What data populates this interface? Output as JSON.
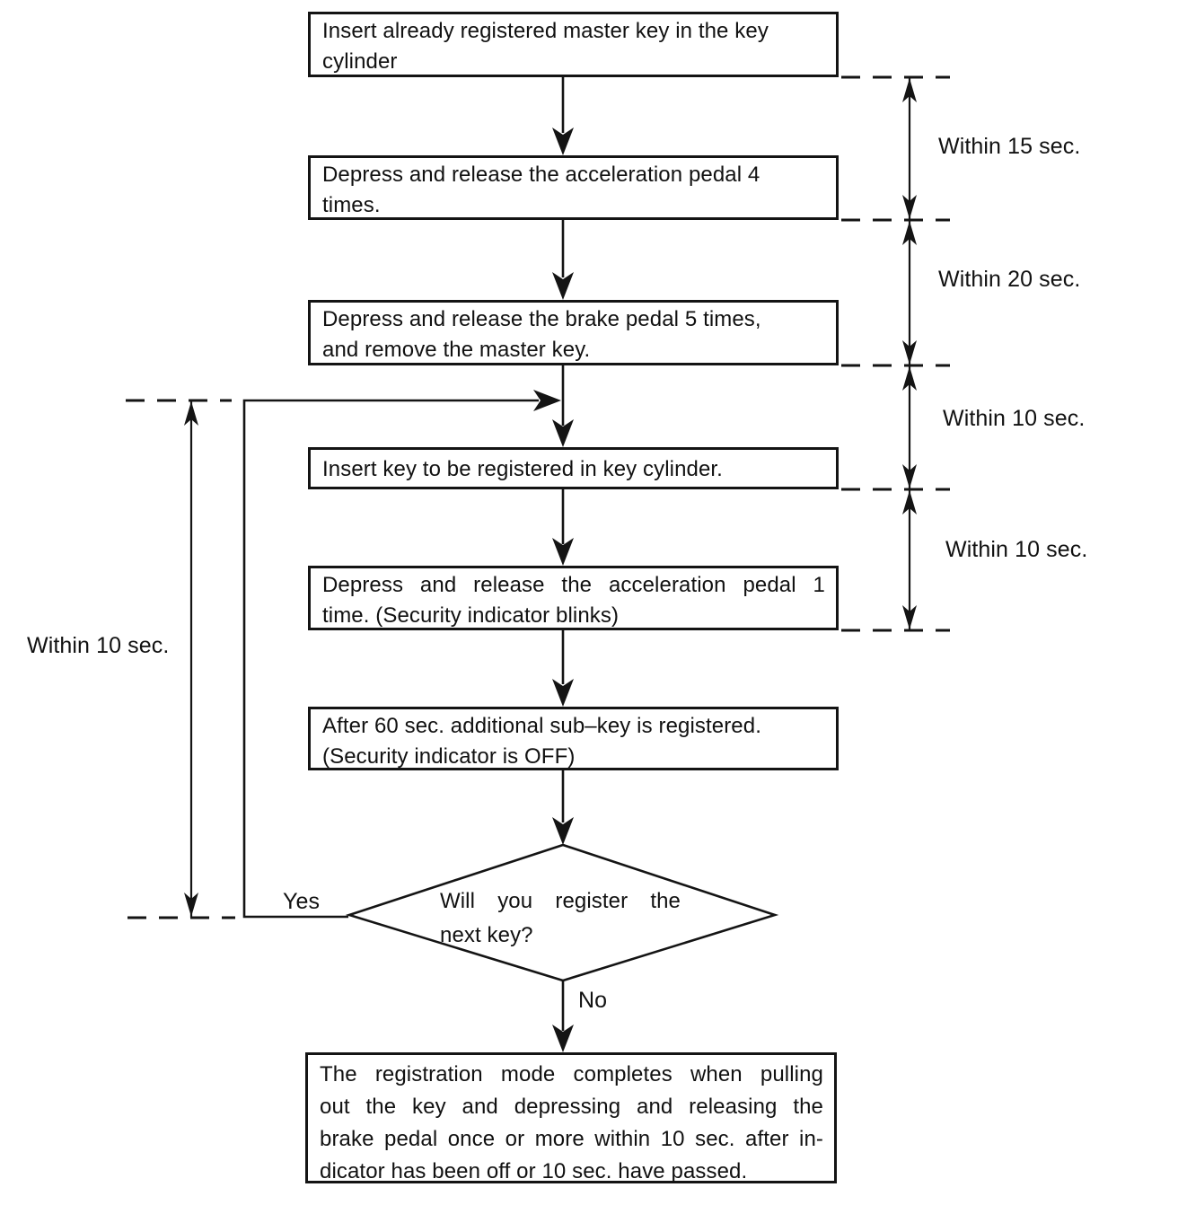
{
  "diagram": {
    "steps": [
      {
        "lines": [
          "Insert already registered master key in the key",
          "cylinder"
        ]
      },
      {
        "lines": [
          "Depress and release the acceleration pedal 4",
          "times."
        ]
      },
      {
        "lines": [
          "Depress and release the brake pedal 5 times,",
          "and remove the master key."
        ]
      },
      {
        "lines": [
          "Insert key to be registered in key cylinder."
        ]
      },
      {
        "lines": [
          "Depress and release the acceleration pedal 1",
          "time. (Security indicator blinks)"
        ]
      },
      {
        "lines": [
          "After 60 sec. additional sub–key is registered.",
          "(Security indicator is OFF)"
        ]
      }
    ],
    "decision": {
      "lines": [
        "Will you register the",
        "next key?"
      ]
    },
    "terminal": {
      "lines": [
        "The registration mode completes when pulling",
        "out the key and depressing and releasing the",
        "brake pedal once or more within 10 sec. after in-",
        "dicator has been off or 10 sec. have passed."
      ]
    },
    "branch_labels": {
      "yes": "Yes",
      "no": "No"
    },
    "timing_right": [
      "Within 15 sec.",
      "Within 20 sec.",
      "Within 10 sec.",
      "Within 10 sec."
    ],
    "timing_left": "Within 10 sec.",
    "colors": {
      "ink": "#141414",
      "background": "#ffffff"
    }
  }
}
